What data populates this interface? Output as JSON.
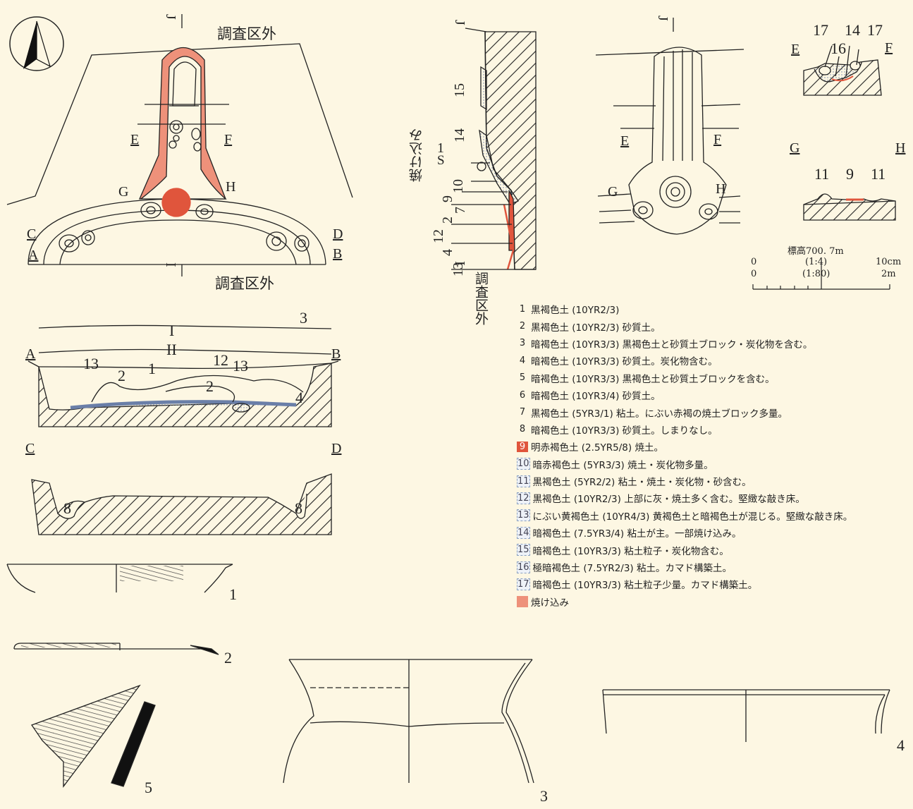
{
  "plan": {
    "outside_top": "調査区外",
    "outside_bottom": "調査区外",
    "labels": [
      "J",
      "I",
      "E",
      "F",
      "G",
      "H",
      "C",
      "D",
      "A",
      "B"
    ]
  },
  "section_profile": {
    "j_label": "J",
    "i_label": "I",
    "vertical_text": "焼け込み",
    "s_label": "S",
    "outside_vertical": "調査区外",
    "numbers": [
      "15",
      "14",
      "1",
      "10",
      "9",
      "2",
      "7",
      "12",
      "4",
      "13"
    ]
  },
  "plan2": {
    "labels": [
      "J",
      "E",
      "F",
      "G",
      "H"
    ]
  },
  "sections_ef": {
    "labels": [
      "E",
      "F",
      "17",
      "16",
      "14",
      "17"
    ]
  },
  "sections_gh": {
    "labels": [
      "G",
      "H",
      "11",
      "9",
      "11"
    ]
  },
  "section_ab": {
    "labels": [
      "A",
      "B",
      "I",
      "II",
      "3",
      "13",
      "1",
      "2",
      "12",
      "13",
      "2",
      "4"
    ]
  },
  "section_cd": {
    "labels": [
      "C",
      "D",
      "8",
      "8"
    ]
  },
  "artifacts": {
    "numbers": [
      "1",
      "2",
      "3",
      "4",
      "5"
    ]
  },
  "scale": {
    "elevation": "標高700. 7m",
    "zero1": "0",
    "zero2": "0",
    "ratio1": "(1:4)",
    "ratio2": "(1:80)",
    "max1": "10cm",
    "max2": "2m"
  },
  "legend": [
    {
      "num": "1",
      "text": "黒褐色土 (10YR2/3)",
      "style": "plain"
    },
    {
      "num": "2",
      "text": "黒褐色土 (10YR2/3) 砂質土。",
      "style": "plain"
    },
    {
      "num": "3",
      "text": "暗褐色土 (10YR3/3) 黒褐色土と砂質土ブロック・炭化物を含む。",
      "style": "plain"
    },
    {
      "num": "4",
      "text": "暗褐色土 (10YR3/3) 砂質土。炭化物含む。",
      "style": "plain"
    },
    {
      "num": "5",
      "text": "暗褐色土 (10YR3/3) 黒褐色土と砂質土ブロックを含む。",
      "style": "plain"
    },
    {
      "num": "6",
      "text": "暗褐色土 (10YR3/4) 砂質土。",
      "style": "plain"
    },
    {
      "num": "7",
      "text": "黒褐色土 (5YR3/1) 粘土。にぶい赤褐の焼土ブロック多量。",
      "style": "plain"
    },
    {
      "num": "8",
      "text": "暗褐色土 (10YR3/3) 砂質土。しまりなし。",
      "style": "plain"
    },
    {
      "num": "9",
      "text": "明赤褐色土 (2.5YR5/8) 焼土。",
      "style": "red"
    },
    {
      "num": "10",
      "text": "暗赤褐色土 (5YR3/3) 焼土・炭化物多量。",
      "style": "boxed"
    },
    {
      "num": "11",
      "text": "黒褐色土 (5YR2/2) 粘土・焼土・炭化物・砂含む。",
      "style": "boxed"
    },
    {
      "num": "12",
      "text": "黒褐色土 (10YR2/3) 上部に灰・焼土多く含む。堅緻な敲き床。",
      "style": "boxed"
    },
    {
      "num": "13",
      "text": "にぶい黄褐色土 (10YR4/3) 黄褐色土と暗褐色土が混じる。堅緻な敲き床。",
      "style": "boxed"
    },
    {
      "num": "14",
      "text": "暗褐色土 (7.5YR3/4) 粘土が主。一部焼け込み。",
      "style": "boxed"
    },
    {
      "num": "15",
      "text": "暗褐色土 (10YR3/3) 粘土粒子・炭化物含む。",
      "style": "boxed"
    },
    {
      "num": "16",
      "text": "極暗褐色土 (7.5YR2/3) 粘土。カマド構築土。",
      "style": "boxed"
    },
    {
      "num": "17",
      "text": "暗褐色土 (10YR3/3) 粘土粒子少量。カマド構築土。",
      "style": "boxed"
    },
    {
      "num": "",
      "text": "焼け込み",
      "style": "pink"
    }
  ],
  "colors": {
    "burnt": "#ee917a",
    "fire_soil": "#e0553c",
    "background": "#fdf7e3"
  }
}
